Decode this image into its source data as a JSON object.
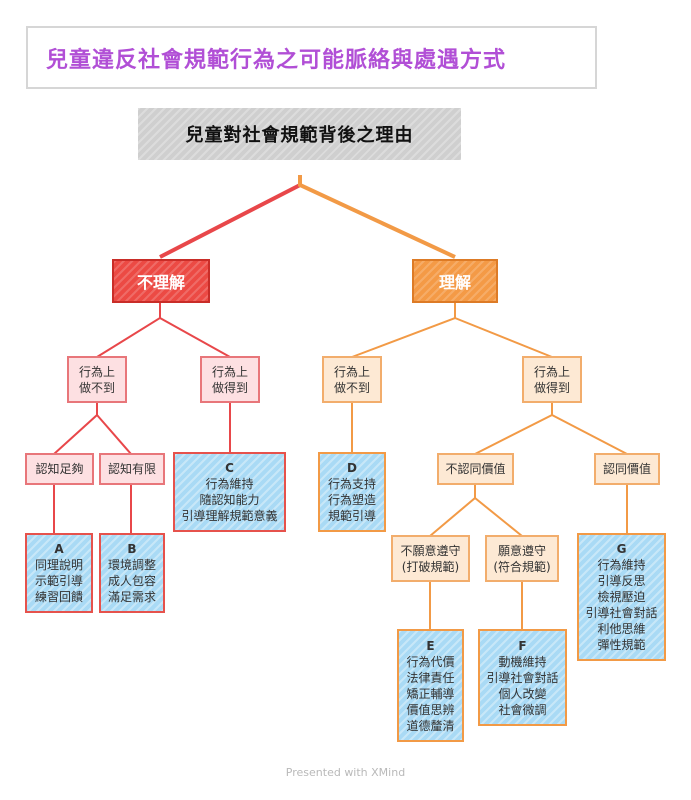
{
  "title": "兒童違反社會規範行為之可能脈絡與處遇方式",
  "root": "兒童對社會規範背後之理由",
  "not_understand": {
    "label": "不理解",
    "cannot": "行為上\n做不到",
    "can": "行為上\n做得到",
    "enough": "認知足夠",
    "limited": "認知有限"
  },
  "understand": {
    "label": "理解",
    "cannot": "行為上\n做不到",
    "can": "行為上\n做得到",
    "disagree": "不認同價值",
    "agree": "認同價值",
    "unwilling": "不願意遵守\n(打破規範)",
    "willing": "願意遵守\n(符合規範)"
  },
  "leaves": {
    "A": {
      "letter": "A",
      "text": "同理說明\n示範引導\n練習回饋"
    },
    "B": {
      "letter": "B",
      "text": "環境調整\n成人包容\n滿足需求"
    },
    "C": {
      "letter": "C",
      "text": "行為維持\n隨認知能力\n引導理解規範意義"
    },
    "D": {
      "letter": "D",
      "text": "行為支持\n行為塑造\n規範引導"
    },
    "E": {
      "letter": "E",
      "text": "行為代價\n法律責任\n矯正輔導\n價值思辨\n道德釐清"
    },
    "F": {
      "letter": "F",
      "text": "動機維持\n引導社會對話\n個人改變\n社會微調"
    },
    "G": {
      "letter": "G",
      "text": "行為維持\n引導反思\n檢視壓迫\n引導社會對話\n利他思維\n彈性規範"
    }
  },
  "footer": "Presented with XMind",
  "colors": {
    "red": "#e8474a",
    "orange": "#f29a46",
    "blue_fill": "#a9daf5",
    "title": "#b14fd6"
  }
}
